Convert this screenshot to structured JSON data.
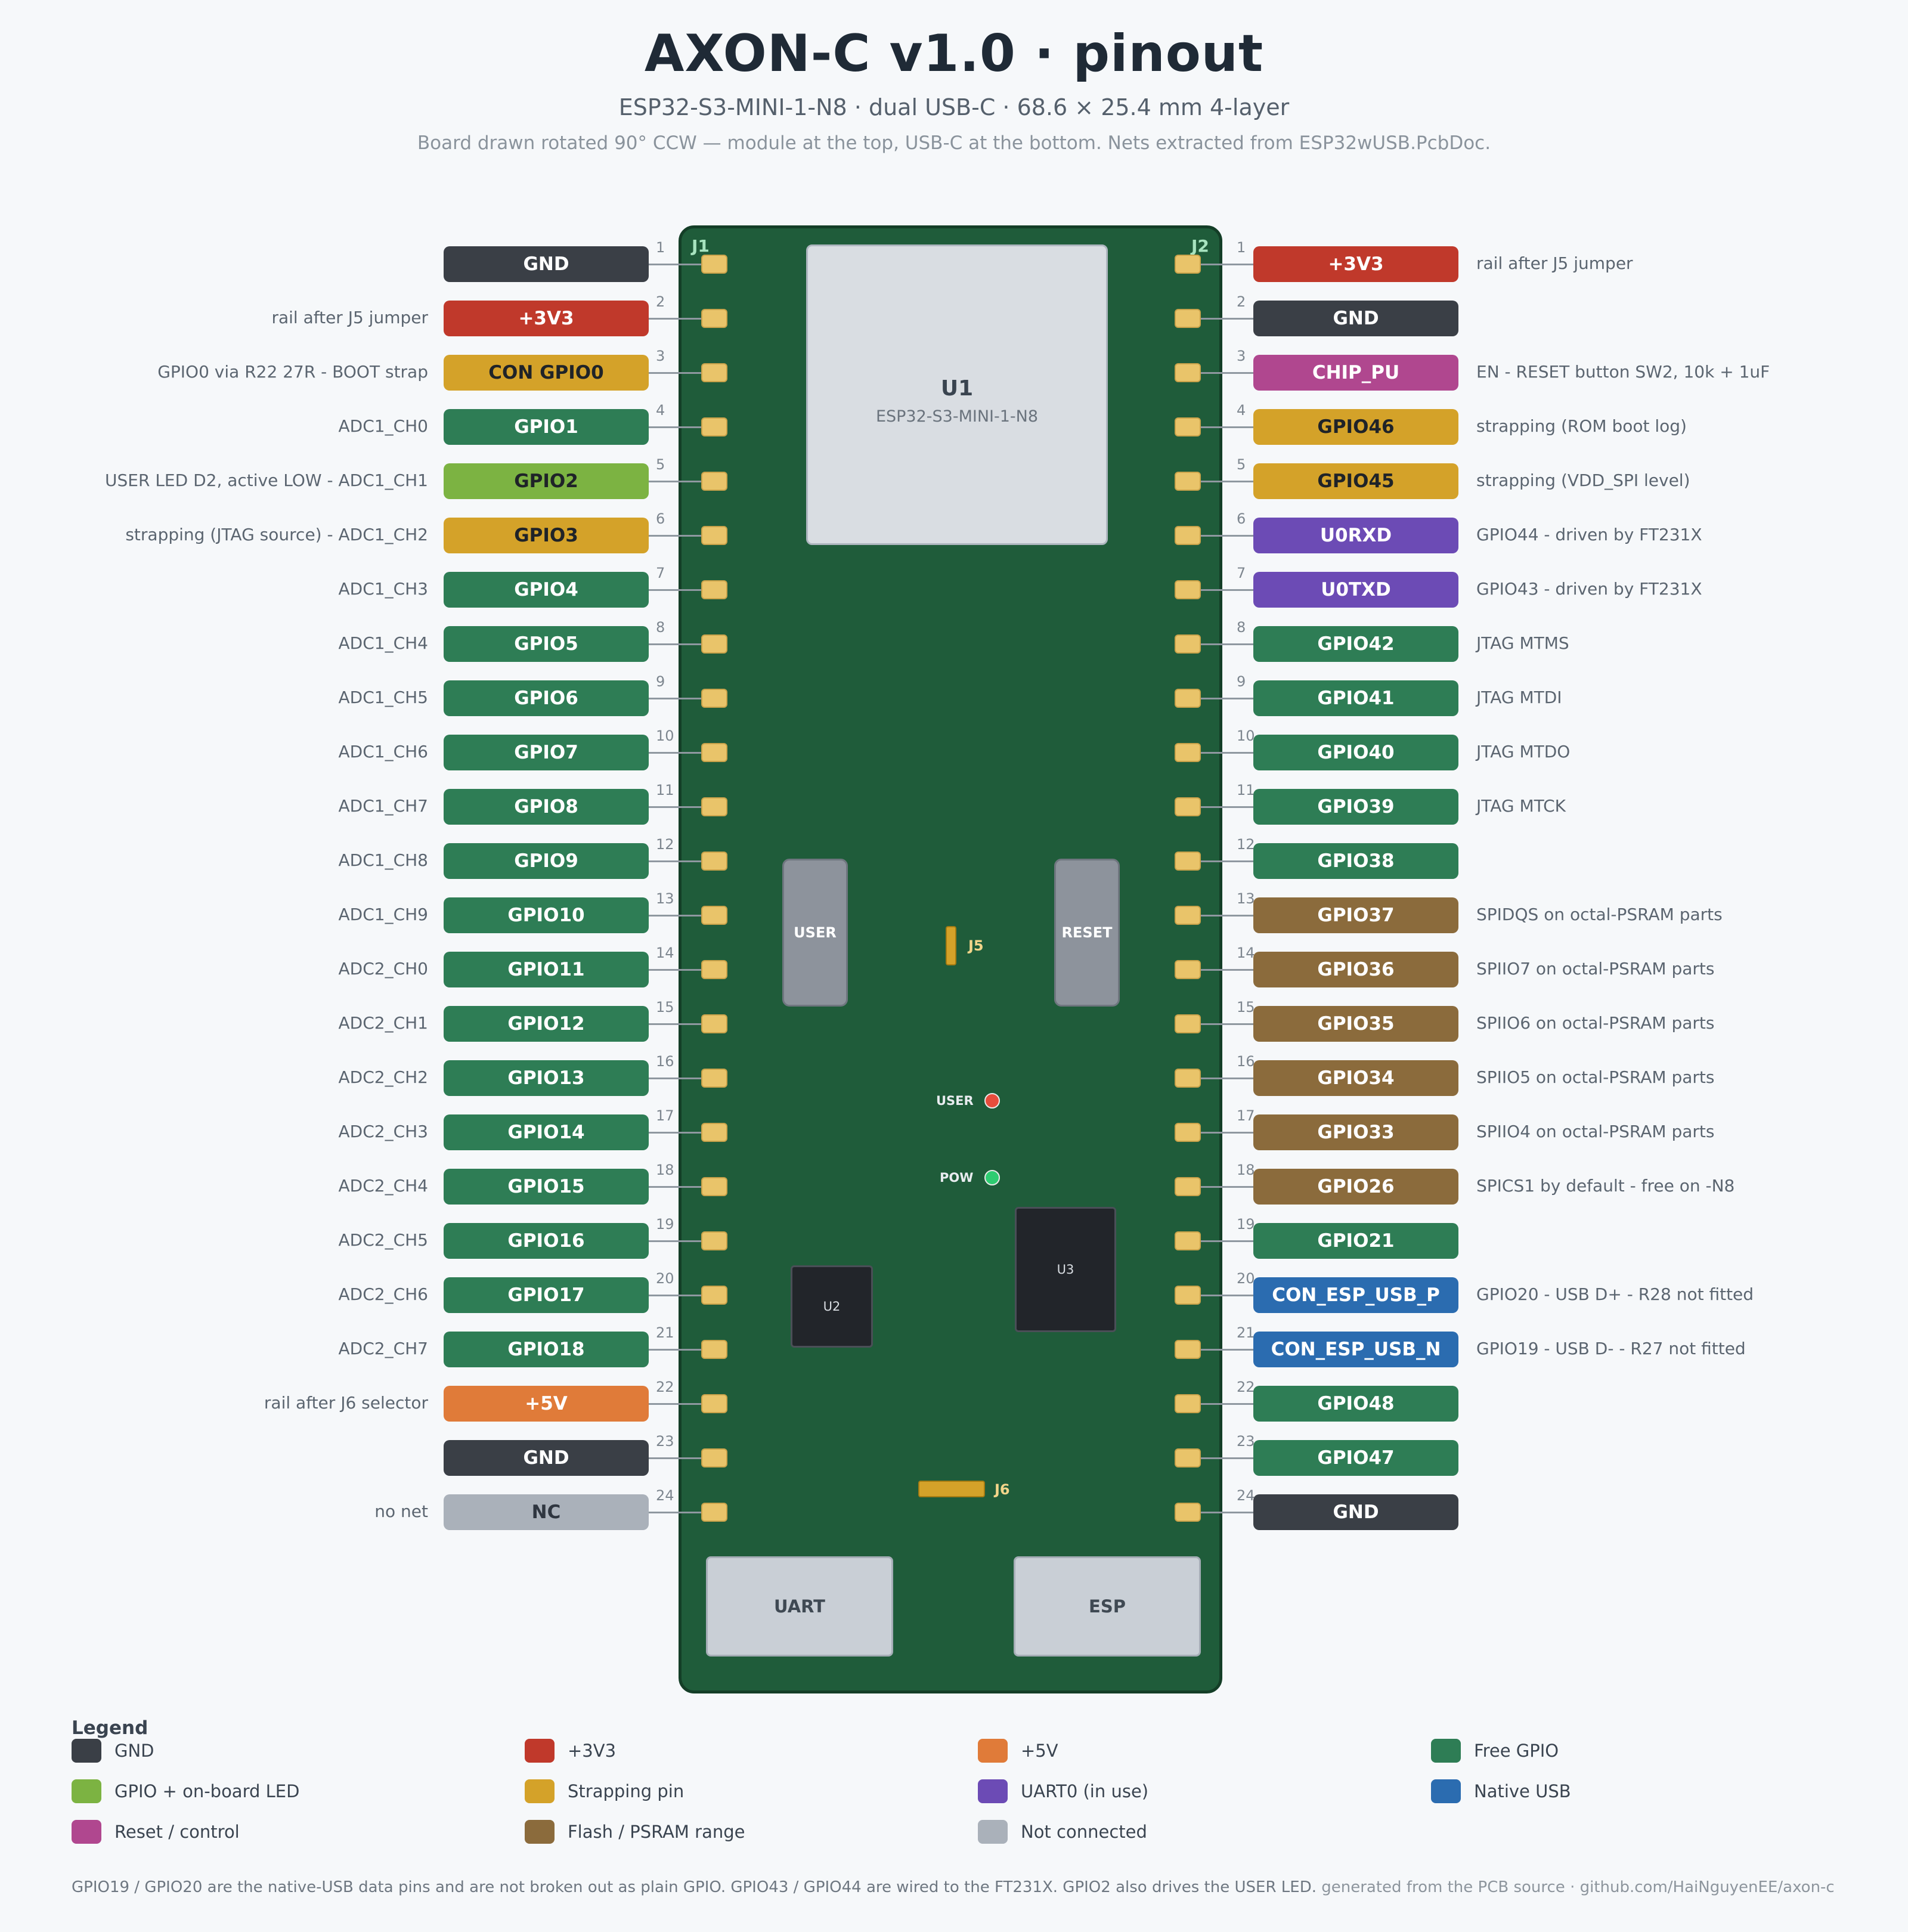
{
  "header": {
    "title": "AXON-C v1.0 · pinout",
    "subtitle": "ESP32-S3-MINI-1-N8 · dual USB-C · 68.6 × 25.4 mm 4-layer",
    "note": "Board drawn rotated 90° CCW — module at the top, USB-C at the bottom. Nets extracted from ESP32wUSB.PcbDoc."
  },
  "colors": {
    "gnd": "#3a3f46",
    "v33": "#c0392b",
    "v5": "#e07b39",
    "gpio": "#2e7d55",
    "led": "#7cb342",
    "strap": "#d4a229",
    "uart": "#6c4bb5",
    "usb": "#2b6cb0",
    "reset": "#b0478f",
    "flash": "#8b6b3c",
    "nc": "#aab1ba"
  },
  "board": {
    "header_left": "J1",
    "header_right": "J2",
    "module_name": "U1",
    "module_part": "ESP32-S3-MINI-1-N8",
    "btn_user": "USER",
    "btn_reset": "RESET",
    "jumper_j5": "J5",
    "jumper_j6": "J6",
    "led_user": "USER",
    "led_pow": "POW",
    "led_user_color": "#e74c3c",
    "led_pow_color": "#2ecc71",
    "ic_u2": "U2",
    "ic_u3": "U3",
    "usb_uart": "UART",
    "usb_esp": "ESP"
  },
  "j1": [
    {
      "num": "1",
      "label": "GND",
      "kind": "gnd",
      "desc": ""
    },
    {
      "num": "2",
      "label": "+3V3",
      "kind": "v33",
      "desc": "rail after J5 jumper"
    },
    {
      "num": "3",
      "label": "CON GPIO0",
      "kind": "strap",
      "desc": "GPIO0 via R22 27R - BOOT strap"
    },
    {
      "num": "4",
      "label": "GPIO1",
      "kind": "gpio",
      "desc": "ADC1_CH0"
    },
    {
      "num": "5",
      "label": "GPIO2",
      "kind": "led",
      "desc": "USER LED D2, active LOW - ADC1_CH1"
    },
    {
      "num": "6",
      "label": "GPIO3",
      "kind": "strap",
      "desc": "strapping (JTAG source) - ADC1_CH2"
    },
    {
      "num": "7",
      "label": "GPIO4",
      "kind": "gpio",
      "desc": "ADC1_CH3"
    },
    {
      "num": "8",
      "label": "GPIO5",
      "kind": "gpio",
      "desc": "ADC1_CH4"
    },
    {
      "num": "9",
      "label": "GPIO6",
      "kind": "gpio",
      "desc": "ADC1_CH5"
    },
    {
      "num": "10",
      "label": "GPIO7",
      "kind": "gpio",
      "desc": "ADC1_CH6"
    },
    {
      "num": "11",
      "label": "GPIO8",
      "kind": "gpio",
      "desc": "ADC1_CH7"
    },
    {
      "num": "12",
      "label": "GPIO9",
      "kind": "gpio",
      "desc": "ADC1_CH8"
    },
    {
      "num": "13",
      "label": "GPIO10",
      "kind": "gpio",
      "desc": "ADC1_CH9"
    },
    {
      "num": "14",
      "label": "GPIO11",
      "kind": "gpio",
      "desc": "ADC2_CH0"
    },
    {
      "num": "15",
      "label": "GPIO12",
      "kind": "gpio",
      "desc": "ADC2_CH1"
    },
    {
      "num": "16",
      "label": "GPIO13",
      "kind": "gpio",
      "desc": "ADC2_CH2"
    },
    {
      "num": "17",
      "label": "GPIO14",
      "kind": "gpio",
      "desc": "ADC2_CH3"
    },
    {
      "num": "18",
      "label": "GPIO15",
      "kind": "gpio",
      "desc": "ADC2_CH4"
    },
    {
      "num": "19",
      "label": "GPIO16",
      "kind": "gpio",
      "desc": "ADC2_CH5"
    },
    {
      "num": "20",
      "label": "GPIO17",
      "kind": "gpio",
      "desc": "ADC2_CH6"
    },
    {
      "num": "21",
      "label": "GPIO18",
      "kind": "gpio",
      "desc": "ADC2_CH7"
    },
    {
      "num": "22",
      "label": "+5V",
      "kind": "v5",
      "desc": "rail after J6 selector"
    },
    {
      "num": "23",
      "label": "GND",
      "kind": "gnd",
      "desc": ""
    },
    {
      "num": "24",
      "label": "NC",
      "kind": "nc",
      "desc": "no net"
    }
  ],
  "j2": [
    {
      "num": "1",
      "label": "+3V3",
      "kind": "v33",
      "desc": "rail after J5 jumper"
    },
    {
      "num": "2",
      "label": "GND",
      "kind": "gnd",
      "desc": ""
    },
    {
      "num": "3",
      "label": "CHIP_PU",
      "kind": "reset",
      "desc": "EN - RESET button SW2, 10k + 1uF"
    },
    {
      "num": "4",
      "label": "GPIO46",
      "kind": "strap",
      "desc": "strapping (ROM boot log)"
    },
    {
      "num": "5",
      "label": "GPIO45",
      "kind": "strap",
      "desc": "strapping (VDD_SPI level)"
    },
    {
      "num": "6",
      "label": "U0RXD",
      "kind": "uart",
      "desc": "GPIO44 - driven by FT231X"
    },
    {
      "num": "7",
      "label": "U0TXD",
      "kind": "uart",
      "desc": "GPIO43 - driven by FT231X"
    },
    {
      "num": "8",
      "label": "GPIO42",
      "kind": "gpio",
      "desc": "JTAG MTMS"
    },
    {
      "num": "9",
      "label": "GPIO41",
      "kind": "gpio",
      "desc": "JTAG MTDI"
    },
    {
      "num": "10",
      "label": "GPIO40",
      "kind": "gpio",
      "desc": "JTAG MTDO"
    },
    {
      "num": "11",
      "label": "GPIO39",
      "kind": "gpio",
      "desc": "JTAG MTCK"
    },
    {
      "num": "12",
      "label": "GPIO38",
      "kind": "gpio",
      "desc": ""
    },
    {
      "num": "13",
      "label": "GPIO37",
      "kind": "flash",
      "desc": "SPIDQS on octal-PSRAM parts"
    },
    {
      "num": "14",
      "label": "GPIO36",
      "kind": "flash",
      "desc": "SPIIO7 on octal-PSRAM parts"
    },
    {
      "num": "15",
      "label": "GPIO35",
      "kind": "flash",
      "desc": "SPIIO6 on octal-PSRAM parts"
    },
    {
      "num": "16",
      "label": "GPIO34",
      "kind": "flash",
      "desc": "SPIIO5 on octal-PSRAM parts"
    },
    {
      "num": "17",
      "label": "GPIO33",
      "kind": "flash",
      "desc": "SPIIO4 on octal-PSRAM parts"
    },
    {
      "num": "18",
      "label": "GPIO26",
      "kind": "flash",
      "desc": "SPICS1 by default - free on -N8"
    },
    {
      "num": "19",
      "label": "GPIO21",
      "kind": "gpio",
      "desc": ""
    },
    {
      "num": "20",
      "label": "CON_ESP_USB_P",
      "kind": "usb",
      "desc": "GPIO20 - USB D+ - R28 not fitted"
    },
    {
      "num": "21",
      "label": "CON_ESP_USB_N",
      "kind": "usb",
      "desc": "GPIO19 - USB D- - R27 not fitted"
    },
    {
      "num": "22",
      "label": "GPIO48",
      "kind": "gpio",
      "desc": ""
    },
    {
      "num": "23",
      "label": "GPIO47",
      "kind": "gpio",
      "desc": ""
    },
    {
      "num": "24",
      "label": "GND",
      "kind": "gnd",
      "desc": ""
    }
  ],
  "legend": {
    "title": "Legend",
    "items": [
      {
        "label": "GND",
        "kind": "gnd"
      },
      {
        "label": "+3V3",
        "kind": "v33"
      },
      {
        "label": "+5V",
        "kind": "v5"
      },
      {
        "label": "Free GPIO",
        "kind": "gpio"
      },
      {
        "label": "GPIO + on-board LED",
        "kind": "led"
      },
      {
        "label": "Strapping pin",
        "kind": "strap"
      },
      {
        "label": "UART0 (in use)",
        "kind": "uart"
      },
      {
        "label": "Native USB",
        "kind": "usb"
      },
      {
        "label": "Reset / control",
        "kind": "reset"
      },
      {
        "label": "Flash / PSRAM range",
        "kind": "flash"
      },
      {
        "label": "Not connected",
        "kind": "nc"
      }
    ]
  },
  "footer": {
    "text": "GPIO19 / GPIO20 are the native-USB data pins and are not broken out as plain GPIO. GPIO43 / GPIO44 are wired to the FT231X. GPIO2 also drives the USER LED.",
    "source": "generated from the PCB source · github.com/HaiNguyenEE/axon-c"
  }
}
